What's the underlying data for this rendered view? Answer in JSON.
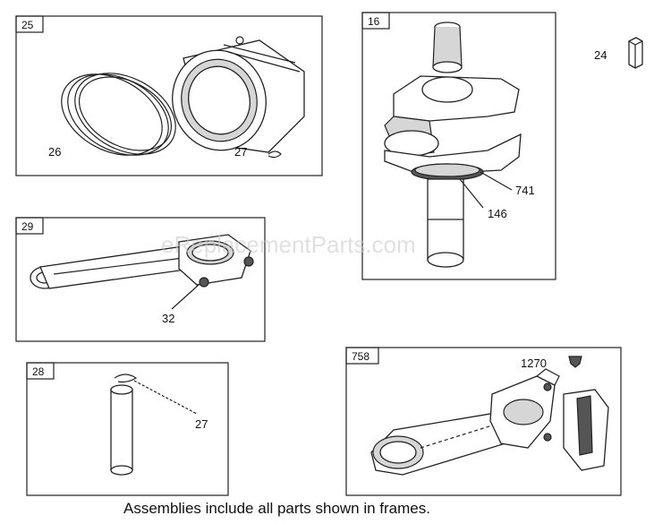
{
  "frames": [
    {
      "id": "25",
      "parts": [
        "26",
        "27"
      ]
    },
    {
      "id": "16",
      "parts": [
        "741",
        "146"
      ]
    },
    {
      "id": "29",
      "parts": [
        "32"
      ]
    },
    {
      "id": "28",
      "parts": [
        "27"
      ]
    },
    {
      "id": "758",
      "parts": [
        "1270"
      ]
    }
  ],
  "loose_part": "24",
  "watermark": "eReplacementParts.com",
  "caption": "Assemblies include all parts shown in frames."
}
